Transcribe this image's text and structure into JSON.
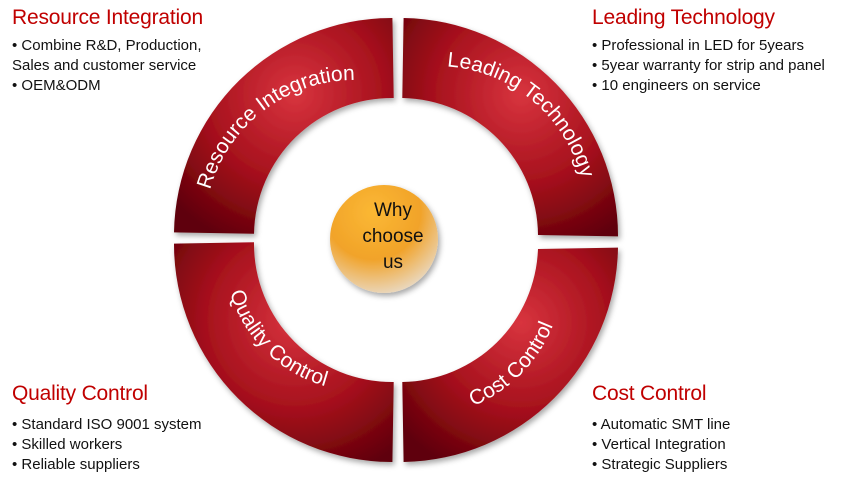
{
  "panels": {
    "top_left": {
      "title": "Resource Integration",
      "items": [
        "Combine R&D, Production,\nSales and customer service",
        "OEM&ODM"
      ]
    },
    "top_right": {
      "title": "Leading Technology",
      "items": [
        "Professional in LED for 5years",
        "5year warranty for strip and panel",
        "10 engineers on service"
      ]
    },
    "bottom_left": {
      "title": "Quality Control",
      "items": [
        "Standard ISO 9001 system",
        "Skilled workers",
        "Reliable suppliers"
      ]
    },
    "bottom_right": {
      "title": "Cost Control",
      "items": [
        "Automatic SMT line",
        "Vertical Integration",
        "Strategic Suppliers"
      ]
    }
  },
  "wheel": {
    "segments": {
      "top_left": "Resource Integration",
      "top_right": "Leading Technology",
      "bottom_left": "Quality Control",
      "bottom_right": "Cost Control"
    },
    "center": [
      "Why",
      "choose",
      "us"
    ]
  },
  "colors": {
    "title_red": "#c00000",
    "ring_dark": "#6e0008",
    "ring_light": "#d0303a",
    "center_gold": "#f5a623"
  }
}
